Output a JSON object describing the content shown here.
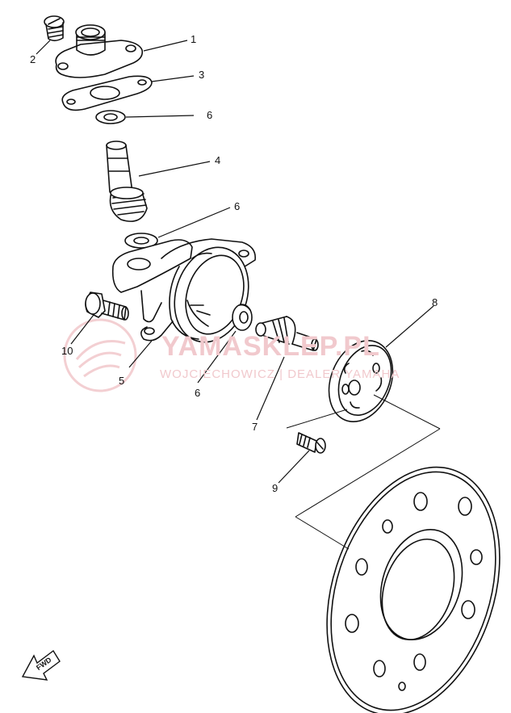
{
  "watermark": {
    "brand": "YAMASKLEP.PL",
    "tagline": "WOJCIECHOWICZ | DEALER YAMAHA",
    "color": "#f1c9cd"
  },
  "direction_marker": {
    "text": "FWD",
    "icon": "arrow-icon"
  },
  "callouts": {
    "c1": "1",
    "c2": "2",
    "c3": "3",
    "c4": "4",
    "c5": "5",
    "c6a": "6",
    "c6b": "6",
    "c6c": "6",
    "c7": "7",
    "c8": "8",
    "c9": "9",
    "c10": "10"
  }
}
